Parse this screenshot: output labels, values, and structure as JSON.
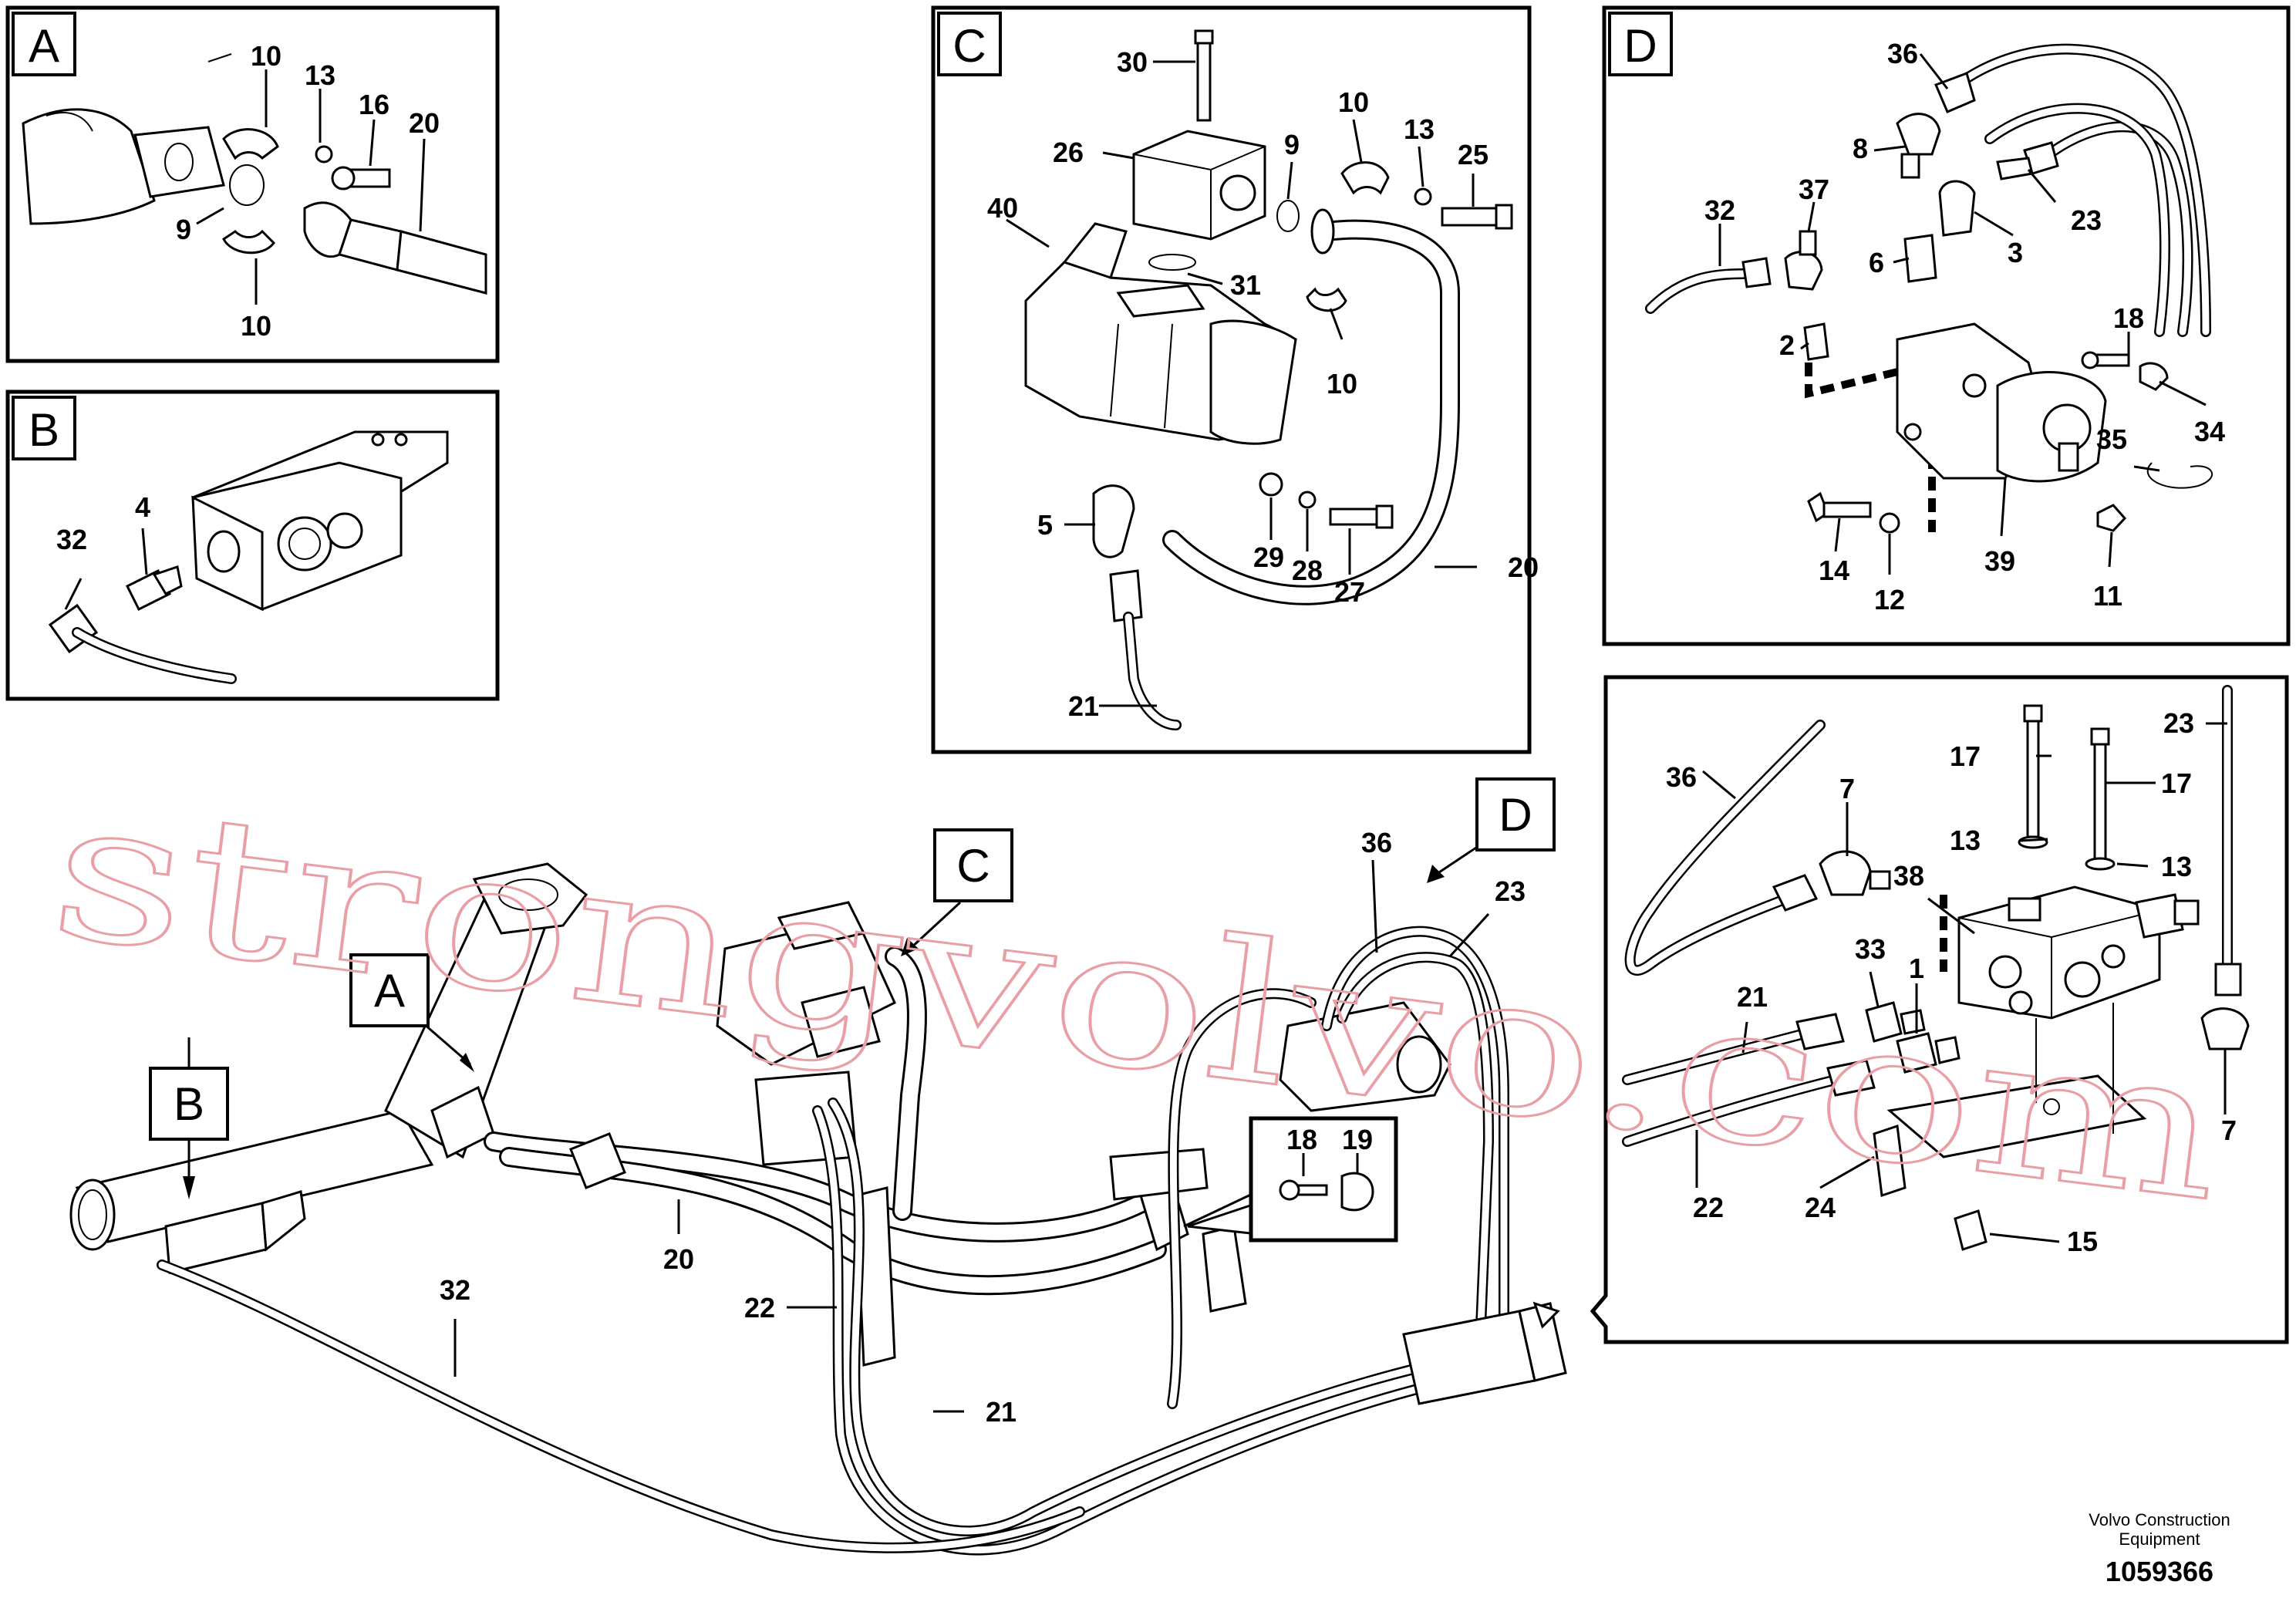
{
  "detail_letters": {
    "a": "A",
    "b": "B",
    "c": "C",
    "d": "D"
  },
  "panel_a": {
    "p10a": "10",
    "p13": "13",
    "p16": "16",
    "p20": "20",
    "p9": "9",
    "p10b": "10"
  },
  "panel_b": {
    "p4": "4",
    "p32": "32"
  },
  "panel_c": {
    "p30": "30",
    "p26": "26",
    "p9": "9",
    "p10a": "10",
    "p13": "13",
    "p25": "25",
    "p40": "40",
    "p31": "31",
    "p10b": "10",
    "p5": "5",
    "p29": "29",
    "p28": "28",
    "p27": "27",
    "p20": "20",
    "p21": "21"
  },
  "panel_d": {
    "p36": "36",
    "p8": "8",
    "p32": "32",
    "p37": "37",
    "p6": "6",
    "p3": "3",
    "p23": "23",
    "p2": "2",
    "p18": "18",
    "p34": "34",
    "p35": "35",
    "p14": "14",
    "p12": "12",
    "p39": "39",
    "p11": "11"
  },
  "panel_e": {
    "p23": "23",
    "p17a": "17",
    "p17b": "17",
    "p36": "36",
    "p7a": "7",
    "p13a": "13",
    "p13b": "13",
    "p38": "38",
    "p33": "33",
    "p1": "1",
    "p21": "21",
    "p7b": "7",
    "p22": "22",
    "p24": "24",
    "p15": "15"
  },
  "main": {
    "p36": "36",
    "p23": "23",
    "p20": "20",
    "p18": "18",
    "p19": "19",
    "p32": "32",
    "p22": "22",
    "p21": "21"
  },
  "footer": {
    "company_line1": "Volvo Construction",
    "company_line2": "Equipment",
    "drawing_number": "1059366"
  },
  "watermark": {
    "text": "strongvolvo.com",
    "color": "#e8a0a6"
  }
}
